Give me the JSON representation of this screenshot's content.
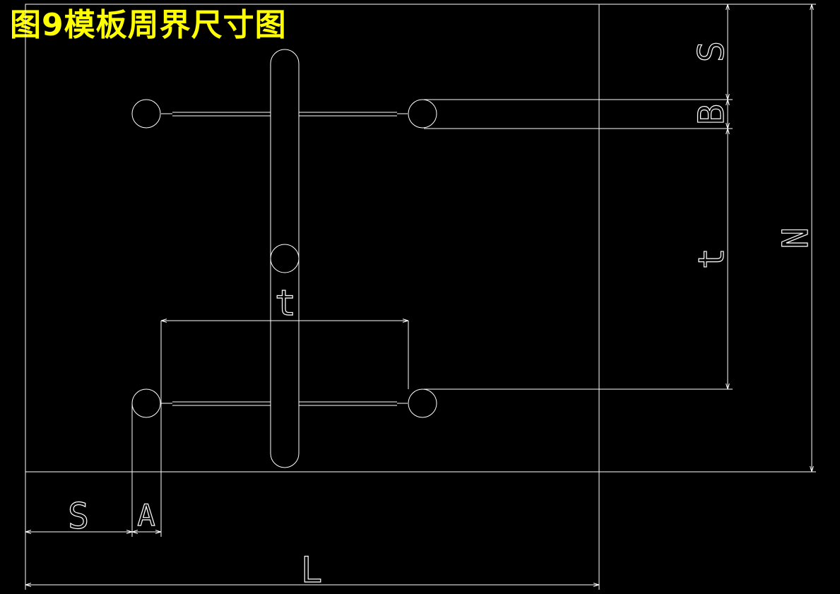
{
  "title": "图9模板周界尺寸图",
  "colors": {
    "background": "#000000",
    "line": "#ffffff",
    "title": "#ffff00"
  },
  "dimensions": {
    "s_top": "S",
    "b": "B",
    "t_right": "t",
    "n": "N",
    "t_center": "t",
    "s_bottom": "S",
    "a": "A",
    "l": "L"
  }
}
